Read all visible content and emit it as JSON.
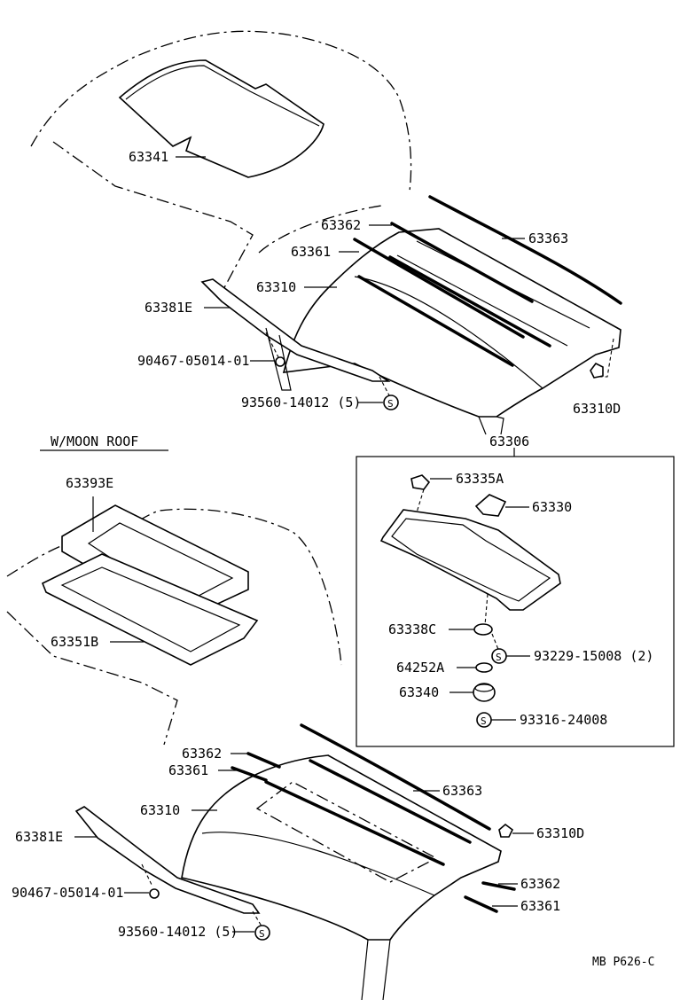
{
  "section_label": "W/MOON ROOF",
  "footer_code": "MB  P626-C",
  "callouts": {
    "a1": "63341",
    "a2": "63362",
    "a3": "63363",
    "a4": "63361",
    "a5": "63310",
    "a6": "63381E",
    "a7": "90467-05014-01",
    "a8": "93560-14012 (5)",
    "a9": "63310D",
    "a10": "63306",
    "b1": "63393E",
    "b2": "63351B",
    "c1": "63335A",
    "c2": "63330",
    "c3": "63338C",
    "c4": "93229-15008 (2)",
    "c5": "64252A",
    "c6": "63340",
    "c7": "93316-24008",
    "d1": "63362",
    "d2": "63361",
    "d3": "63363",
    "d4": "63310",
    "d5": "63310D",
    "d6": "63381E",
    "d7": "90467-05014-01",
    "d8": "93560-14012 (5)",
    "d9": "63362",
    "d10": "63361"
  },
  "screw_symbol": "S"
}
